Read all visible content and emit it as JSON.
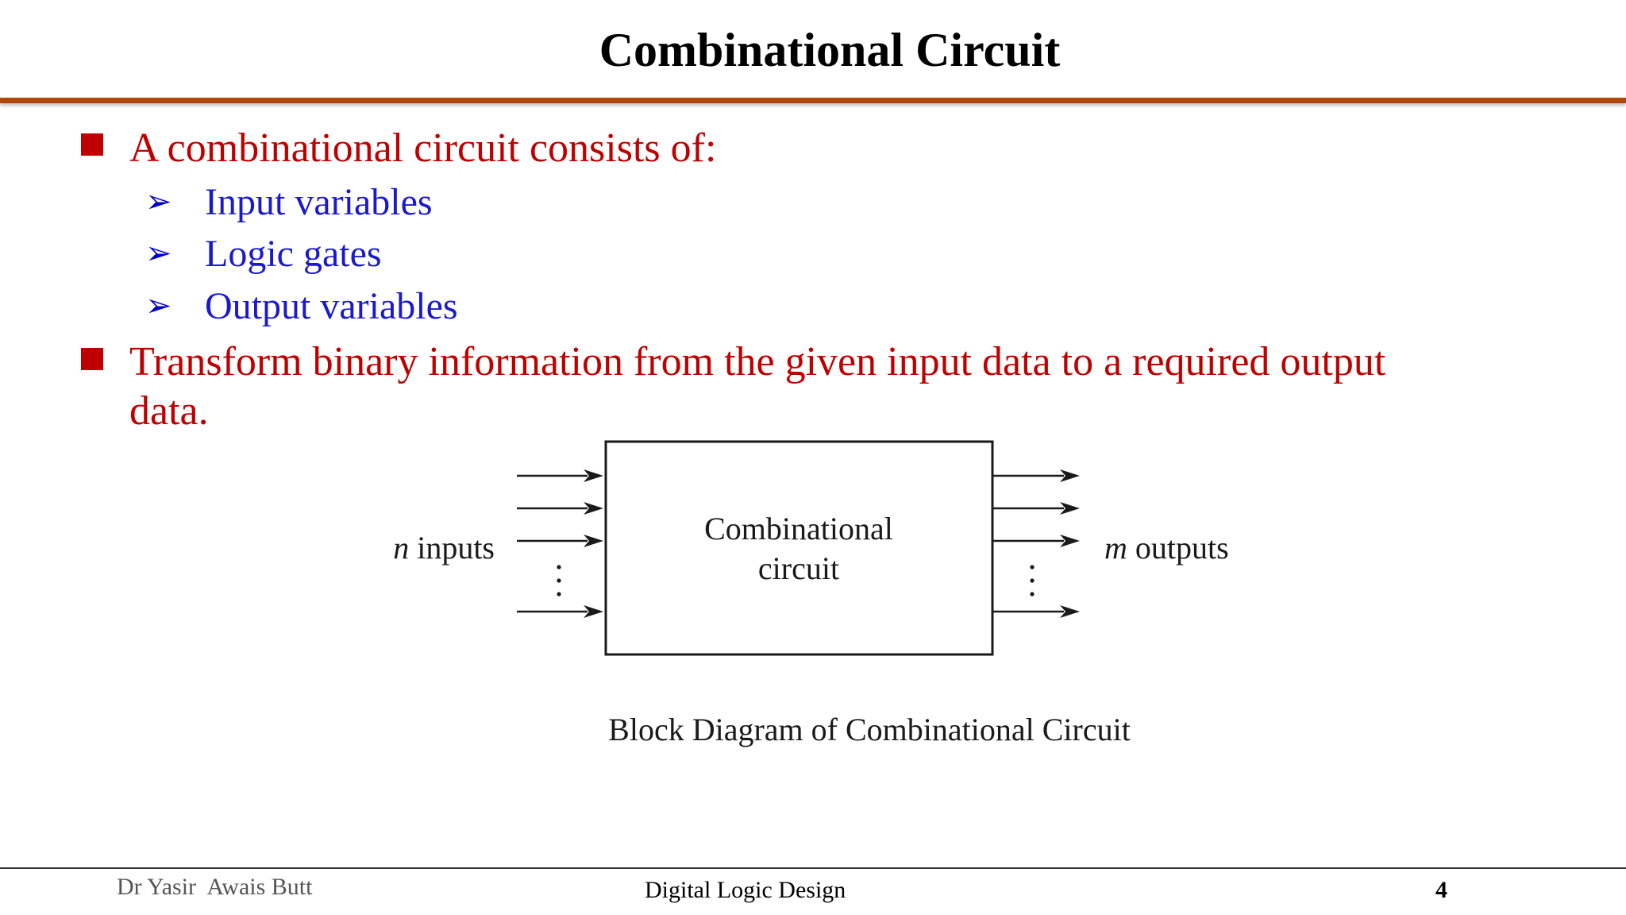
{
  "slide": {
    "title": "Combinational Circuit",
    "bullets": [
      {
        "text": "A combinational circuit consists of:",
        "sub": [
          "Input variables",
          "Logic gates",
          "Output variables"
        ]
      },
      {
        "line1": "Transform binary information from the given input data to a required output",
        "line2": "data."
      }
    ],
    "arrow_bullet": "➢",
    "colors": {
      "heading_rule": "#b0421f",
      "level1_text": "#c00000",
      "level2_text": "#1a1acc"
    }
  },
  "diagram": {
    "box_label_line1": "Combinational",
    "box_label_line2": "circuit",
    "inputs_var": "n",
    "inputs_word": " inputs",
    "outputs_var": "m",
    "outputs_word": " outputs",
    "caption": "Block Diagram of Combinational Circuit"
  },
  "footer": {
    "author": "Dr Yasir  Awais Butt",
    "course": "Digital Logic Design",
    "page_number": "4"
  }
}
